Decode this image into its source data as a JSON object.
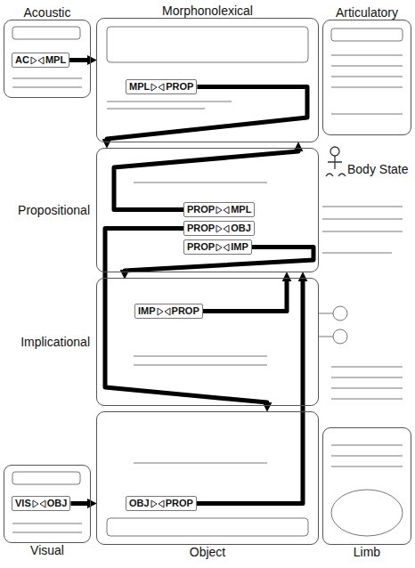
{
  "diagram": {
    "nodes": [
      {
        "text": [
          "Acoustic"
        ]
      },
      {
        "text": [
          "AC",
          "MPL"
        ],
        "in": 0
      },
      {
        "text": [
          "Morphonolexical"
        ]
      },
      {
        "text": [
          "MPL",
          "PROP"
        ],
        "in": 2
      },
      {
        "text": [
          "Articulatory"
        ]
      },
      {
        "text": [
          "Propositional"
        ]
      },
      {
        "text": [
          "PROP",
          "MPL"
        ],
        "in": 5
      },
      {
        "text": [
          "PROP",
          "OBJ"
        ],
        "in": 5
      },
      {
        "text": [
          "PROP",
          "IMP"
        ],
        "in": 5
      },
      {
        "text": [
          "Implicational"
        ]
      },
      {
        "text": [
          "IMP",
          "PROP"
        ],
        "in": 9
      },
      {
        "text": [
          "Visual"
        ]
      },
      {
        "text": [
          "VIS",
          "OBJ"
        ],
        "in": 11
      },
      {
        "text": [
          "Object"
        ]
      },
      {
        "text": [
          "OBJ",
          "PROP"
        ],
        "in": 13
      },
      {
        "text": [
          "Limb"
        ]
      }
    ],
    "edges": [
      {
        "from": 1,
        "to": 2,
        "arrow": "to"
      },
      {
        "from": 3,
        "to": 5,
        "arrow": "to"
      },
      {
        "from": 6,
        "to": 2,
        "arrow": "to"
      },
      {
        "from": 8,
        "to": 9,
        "arrow": "to"
      },
      {
        "from": 10,
        "to": 5,
        "arrow": "to"
      },
      {
        "from": 7,
        "to": 13,
        "arrow": "to"
      },
      {
        "from": 14,
        "to": 5,
        "arrow": "to"
      },
      {
        "from": 12,
        "to": 13,
        "arrow": "to"
      }
    ],
    "labels": [
      "Body State"
    ]
  }
}
